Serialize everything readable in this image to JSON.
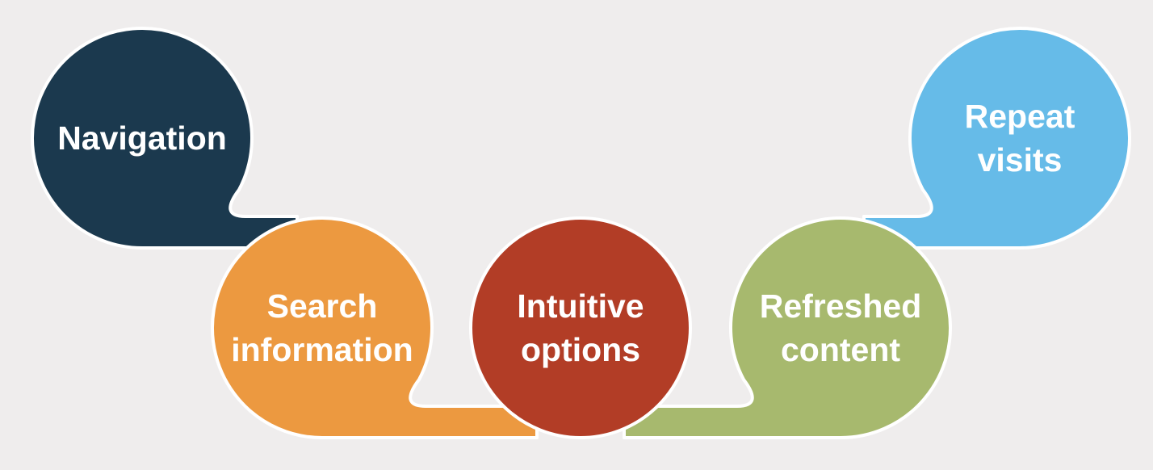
{
  "diagram": {
    "background_color": "#efeded",
    "outline_color": "#ffffff",
    "text_color": "#ffffff",
    "nodes": [
      {
        "id": "navigation",
        "lines": [
          "Navigation"
        ],
        "color": "#1b394e",
        "tail_direction": "right"
      },
      {
        "id": "search-information",
        "lines": [
          "Search",
          "information"
        ],
        "color": "#ec9940",
        "tail_direction": "right"
      },
      {
        "id": "intuitive-options",
        "lines": [
          "Intuitive",
          "options"
        ],
        "color": "#b23d26",
        "tail_direction": "none"
      },
      {
        "id": "refreshed-content",
        "lines": [
          "Refreshed",
          "content"
        ],
        "color": "#a7b96e",
        "tail_direction": "left"
      },
      {
        "id": "repeat-visits",
        "lines": [
          "Repeat",
          "visits"
        ],
        "color": "#66bbe8",
        "tail_direction": "left"
      }
    ]
  }
}
